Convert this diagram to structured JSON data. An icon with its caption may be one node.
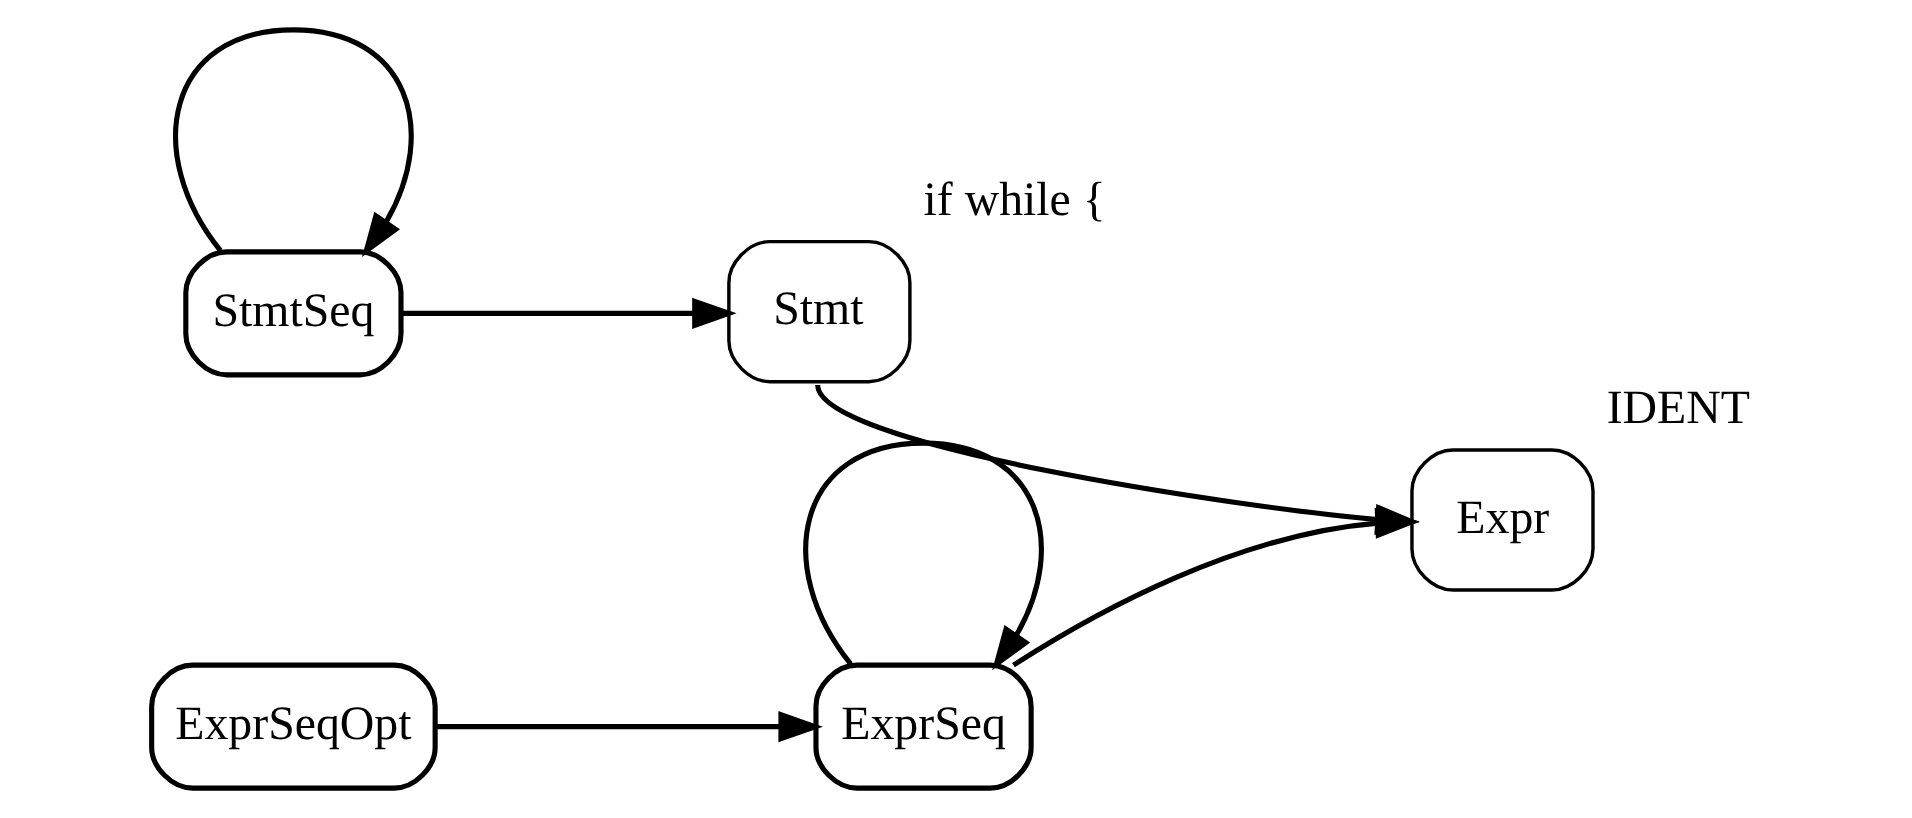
{
  "diagram": {
    "nodes": [
      {
        "text": [
          "StmtSeq"
        ]
      },
      {
        "text": [
          "Stmt"
        ],
        "beside": [
          "if while {"
        ]
      },
      {
        "text": [
          "ExprSeqOpt"
        ]
      },
      {
        "text": [
          "ExprSeq"
        ]
      },
      {
        "text": [
          "Expr"
        ],
        "beside": [
          "IDENT"
        ]
      }
    ],
    "edges": [
      {
        "from": 0,
        "to": 0,
        "arrow": "to"
      },
      {
        "from": 0,
        "to": 1,
        "arrow": "to"
      },
      {
        "from": 1,
        "to": 4,
        "arrow": "to"
      },
      {
        "from": 3,
        "to": 3,
        "arrow": "to"
      },
      {
        "from": 2,
        "to": 3,
        "arrow": "to"
      },
      {
        "from": 3,
        "to": 4,
        "arrow": "to"
      }
    ]
  }
}
